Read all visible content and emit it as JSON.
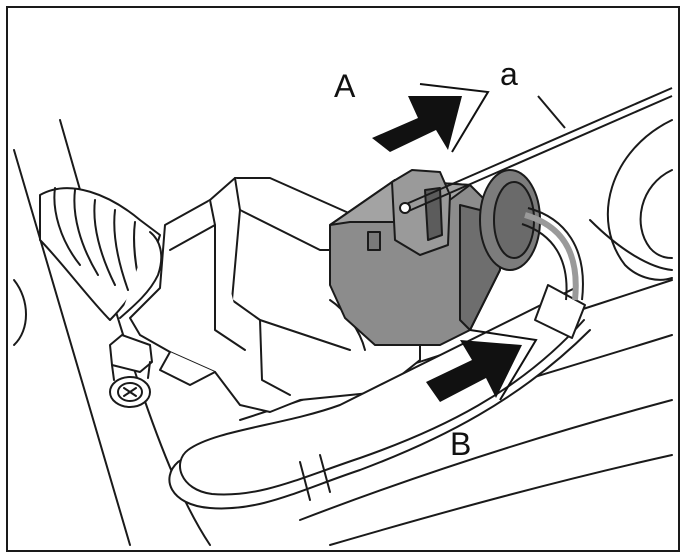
{
  "labels": {
    "A": "A",
    "a": "a",
    "B": "B"
  },
  "colors": {
    "connector_fill": "#8c8c8c",
    "connector_shadow": "#6e6e6e",
    "arrow_fill": "#111111",
    "line": "#1a1a1a"
  }
}
